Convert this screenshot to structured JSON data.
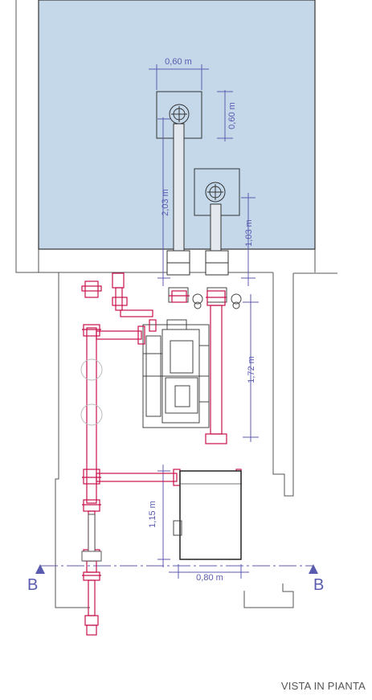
{
  "view_title": "VISTA IN PIANTA",
  "dimensions": {
    "tank_width": "0,60 m",
    "tank_depth": "0,60 m",
    "pipe_length_left": "2,03 m",
    "pipe_length_right": "1,03 m",
    "vertical_run": "1,72 m",
    "vessel_depth": "1,15 m",
    "vessel_width": "0,80 m"
  },
  "section_marks": {
    "left": "B",
    "right": "B"
  },
  "colors": {
    "water": "#c5d8ea",
    "pipe": "#c8104a",
    "dimension": "#5b5bb0",
    "wall": "#555555",
    "equipment": "#444444"
  }
}
